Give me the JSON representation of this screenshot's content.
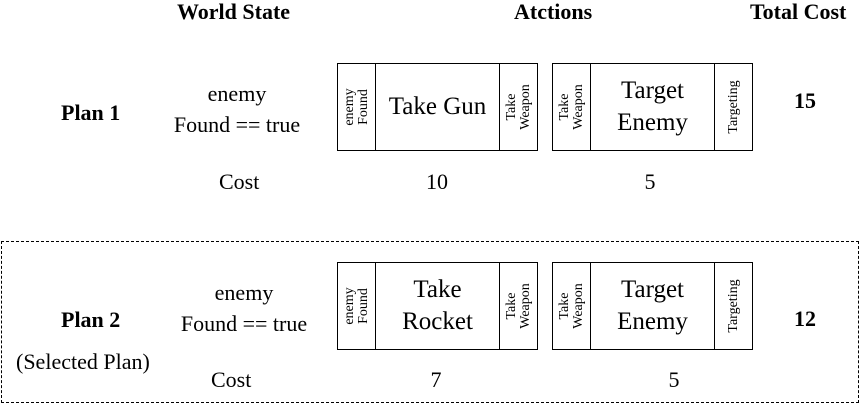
{
  "headers": {
    "world_state": "World State",
    "actions": "Atctions",
    "total_cost": "Total Cost"
  },
  "cost_label": "Cost",
  "plans": [
    {
      "label": "Plan 1",
      "world_state_line1": "enemy",
      "world_state_line2": "Found == true",
      "actions": [
        {
          "pre_line1": "enemy",
          "pre_line2": "Found",
          "name_line1": "Take Gun",
          "name_line2": "",
          "effect_line1": "Take",
          "effect_line2": "Weapon",
          "cost": "10"
        },
        {
          "pre_line1": "Take",
          "pre_line2": "Weapon",
          "name_line1": "Target",
          "name_line2": "Enemy",
          "effect_line1": "Targeting",
          "effect_line2": "",
          "cost": "5"
        }
      ],
      "total": "15",
      "note": ""
    },
    {
      "label": "Plan 2",
      "world_state_line1": "enemy",
      "world_state_line2": "Found == true",
      "actions": [
        {
          "pre_line1": "enemy",
          "pre_line2": "Found",
          "name_line1": "Take",
          "name_line2": "Rocket",
          "effect_line1": "Take",
          "effect_line2": "Weapon",
          "cost": "7"
        },
        {
          "pre_line1": "Take",
          "pre_line2": "Weapon",
          "name_line1": "Target",
          "name_line2": "Enemy",
          "effect_line1": "Targeting",
          "effect_line2": "",
          "cost": "5"
        }
      ],
      "total": "12",
      "note": "(Selected Plan)"
    }
  ]
}
